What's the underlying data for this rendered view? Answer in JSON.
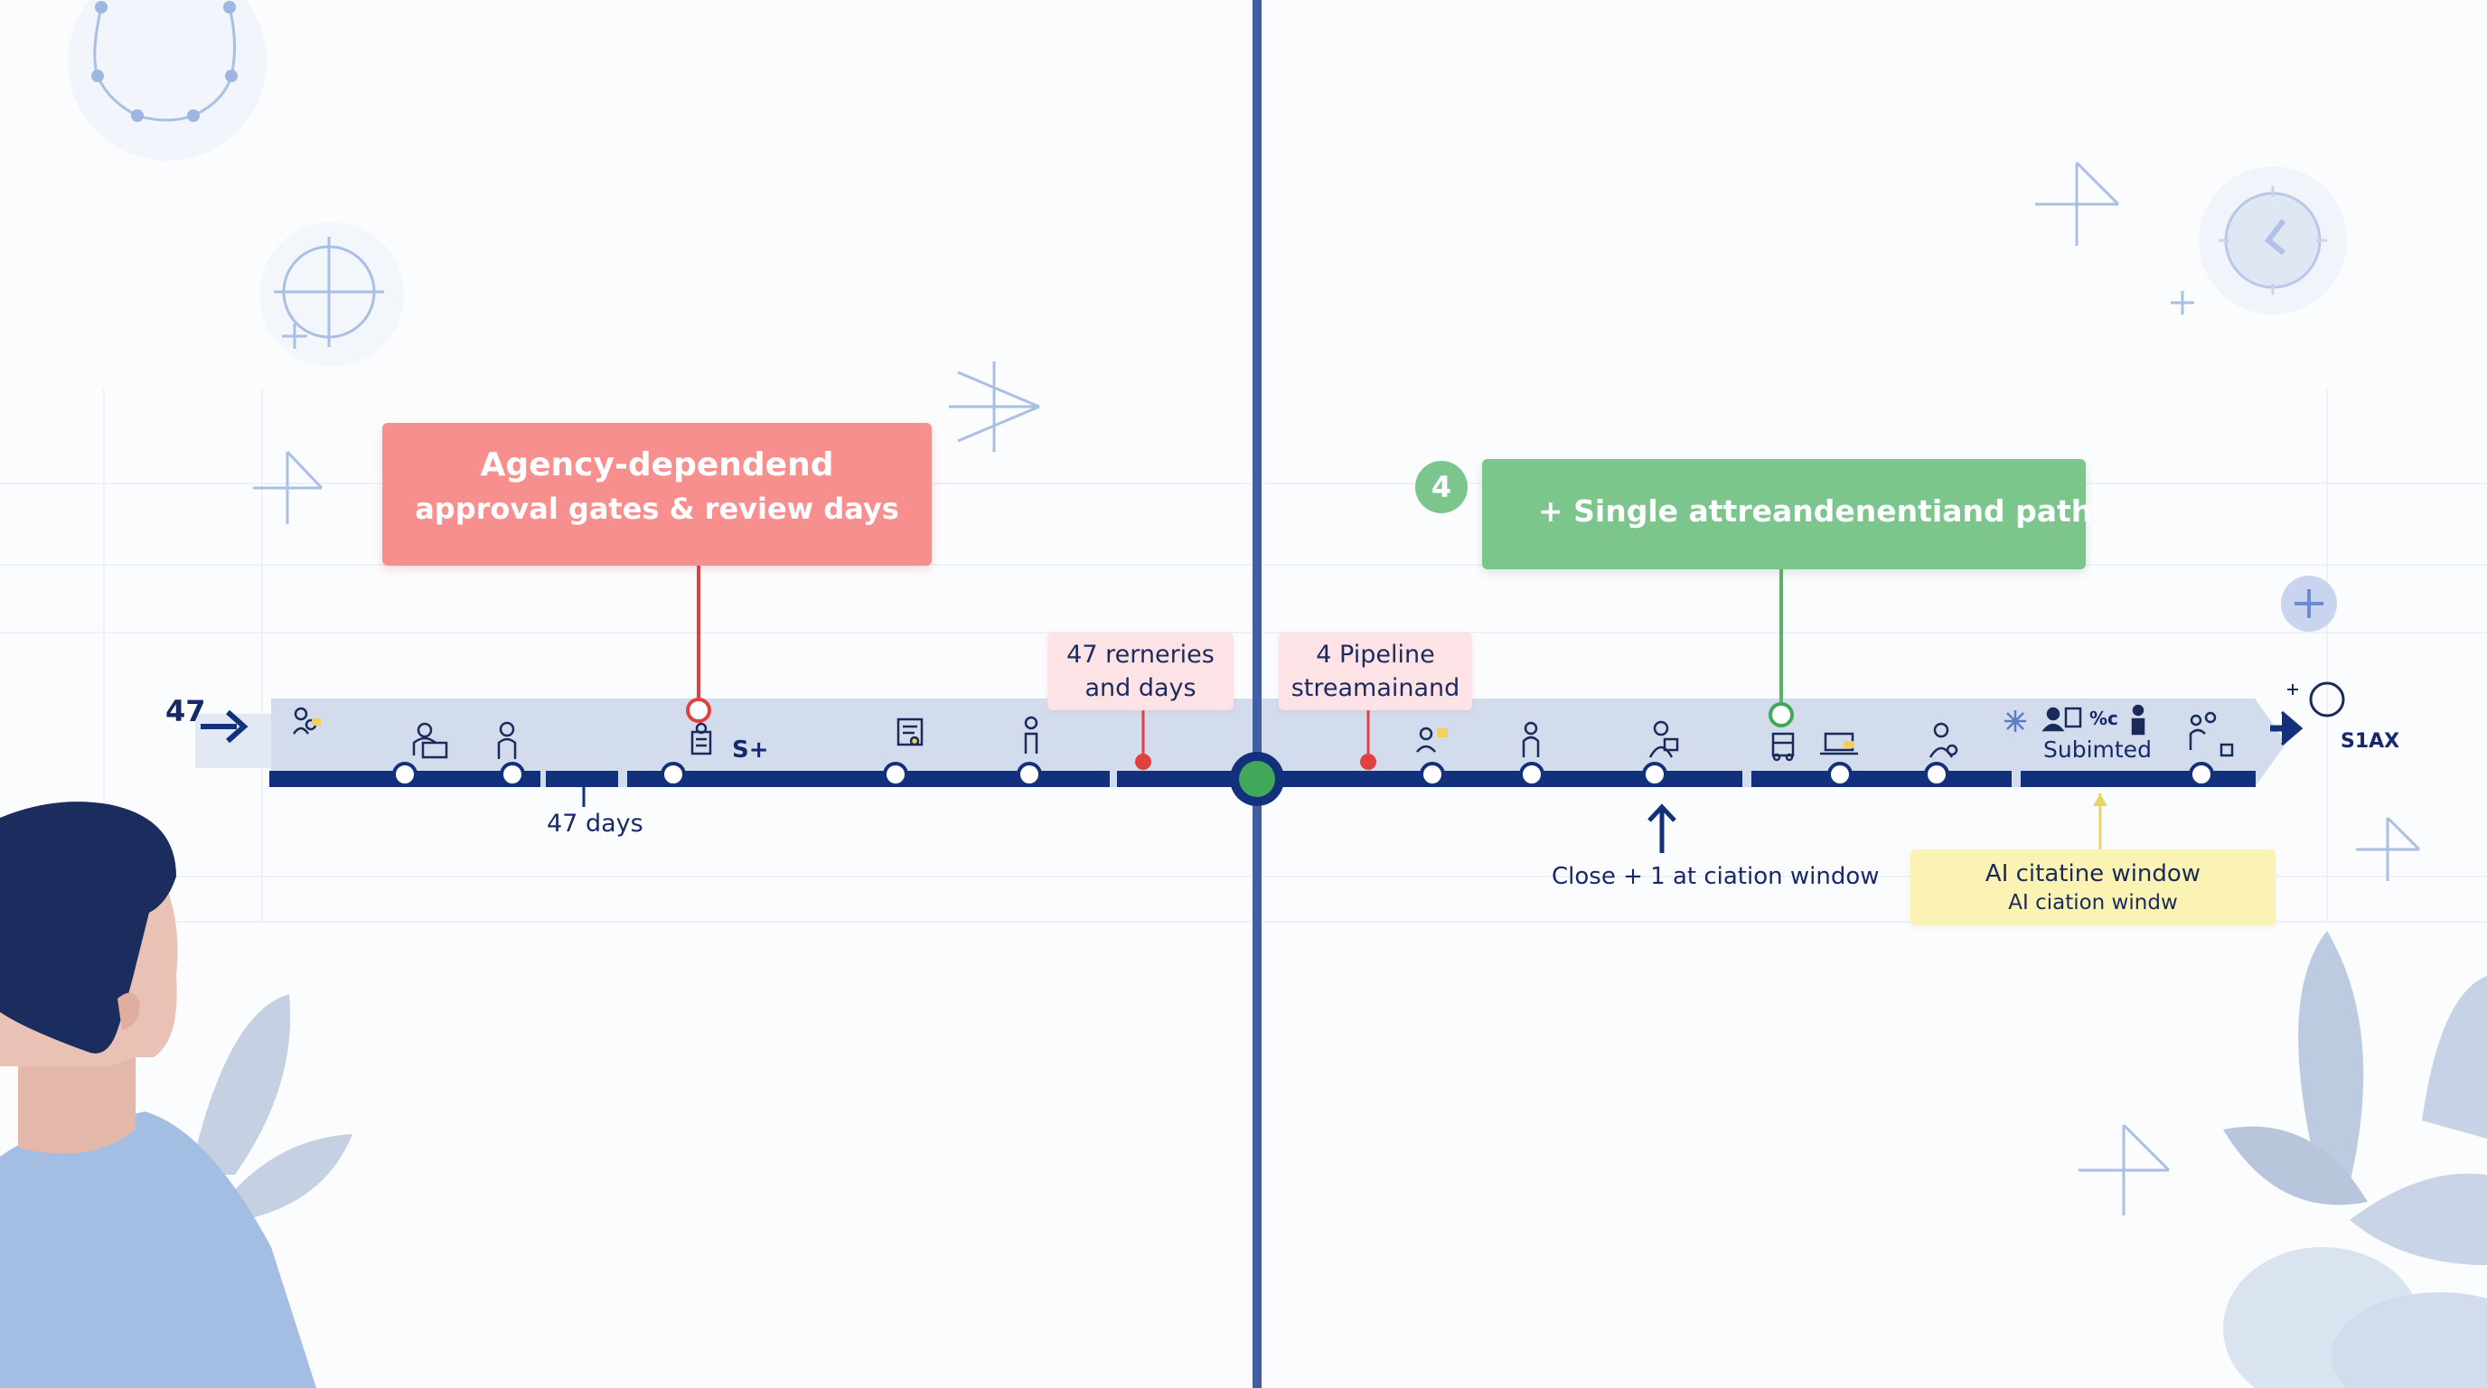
{
  "colors": {
    "track": "#12307c",
    "track_band": "#d3dcec",
    "divider": "#3f5fa0",
    "red_callout": "#f78f8f",
    "green_callout": "#7cc58d",
    "pink_label": "#fde3e5",
    "yellow_label": "#fbf3b4",
    "red_marker": "#e2403f",
    "green_marker": "#3fa85a",
    "decor": "#aac0e4"
  },
  "left_panel": {
    "callout_title": "Agency-dependend",
    "callout_subtitle": "approval gates & review days",
    "start_value": "47",
    "duration_label": "47 days",
    "stage_mark": "S+",
    "info_label": [
      "47 rerneries",
      "and days"
    ]
  },
  "right_panel": {
    "step_number": "4",
    "callout_title": "+ Single attreandenentiand path",
    "info_label": [
      "4 Pipeline",
      "streamainand"
    ],
    "close_label": "Close + 1 at ciation window",
    "submitted_label": "Subimted",
    "submitted_icons_text": "%c",
    "window_title": "AI citatine window",
    "window_subtitle": "AI ciation windw",
    "end_label": "S1AX"
  },
  "icons": {
    "left": [
      "team-icon",
      "desk-worker-icon",
      "person-icon",
      "document-stack-icon",
      "certificate-icon",
      "standing-person-icon"
    ],
    "right": [
      "presenter-icon",
      "person-icon",
      "reader-icon",
      "truck-icon",
      "laptop-icon",
      "analyst-icon",
      "gear-icon",
      "profile-card-icon",
      "user-icon",
      "connections-icon"
    ]
  }
}
